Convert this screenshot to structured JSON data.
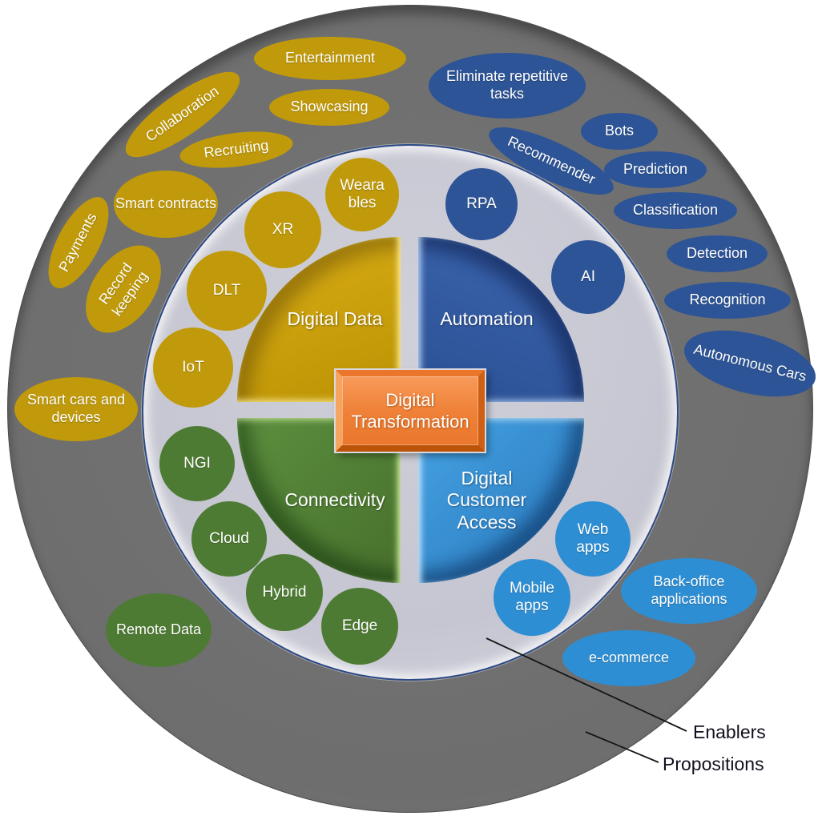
{
  "diagram": {
    "center_label": "Digital Transformation",
    "legend": {
      "enablers": "Enablers",
      "propositions": "Propositions"
    }
  },
  "quadrants": {
    "digital_data": "Digital Data",
    "automation": "Automation",
    "connectivity": "Connectivity",
    "digital_customer_access": "Digital Customer Access"
  },
  "enablers": {
    "digital_data": [
      "Wearables",
      "XR",
      "DLT",
      "IoT"
    ],
    "automation": [
      "RPA",
      "AI"
    ],
    "connectivity": [
      "NGI",
      "Cloud",
      "Hybrid",
      "Edge"
    ],
    "digital_customer_access": [
      "Web apps",
      "Mobile apps"
    ]
  },
  "propositions": {
    "digital_data": [
      "Entertainment",
      "Showcasing",
      "Collaboration",
      "Recruiting",
      "Smart contracts",
      "Payments",
      "Record keeping",
      "Smart cars and devices"
    ],
    "automation": [
      "Eliminate repetitive tasks",
      "Recommender",
      "Bots",
      "Prediction",
      "Classification",
      "Detection",
      "Recognition",
      "Autonomous Cars"
    ],
    "connectivity": [
      "Remote Data"
    ],
    "digital_customer_access": [
      "Back-office applications",
      "e-commerce"
    ]
  },
  "colors": {
    "outer_ring": "#6e6e6e",
    "inner_ring": "#c6c6d2",
    "gold": "#c09a0a",
    "dark_blue": "#2d5496",
    "green": "#4e7b33",
    "light_blue": "#2e8ed3",
    "orange": "#ed7d31",
    "navy_outline": "#2c4a86",
    "shape_text": "#ffffff",
    "legend_text": "#10101e"
  }
}
